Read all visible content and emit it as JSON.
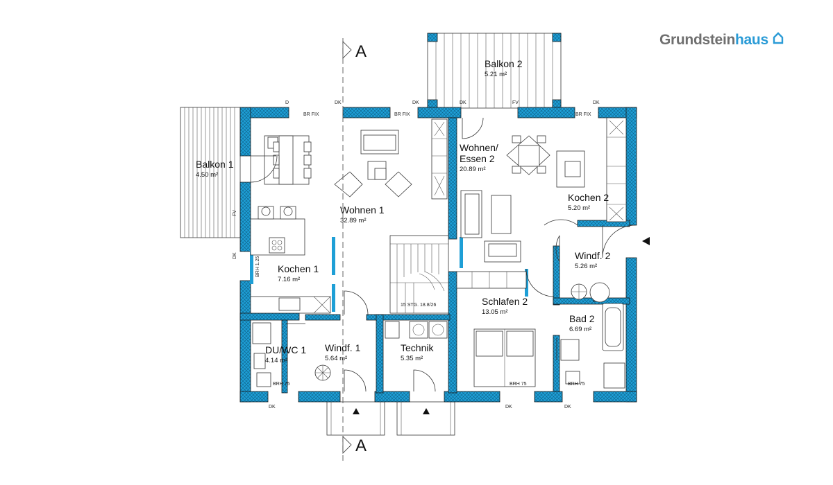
{
  "brand": {
    "part1": "Grundstein",
    "part2": "haus",
    "colors": {
      "brand_gray": "#6f6f6f",
      "brand_blue": "#2a9bd6",
      "wall_fill": "#1e9fd6"
    }
  },
  "section_marks": {
    "top": "A",
    "bottom": "A"
  },
  "rooms": {
    "balkon2": {
      "name": "Balkon 2",
      "area": "5.21 m²"
    },
    "balkon1": {
      "name": "Balkon 1",
      "area": "4.50 m²"
    },
    "wohnen1": {
      "name": "Wohnen 1",
      "area": "32.89 m²"
    },
    "wohnen2": {
      "name_line1": "Wohnen/",
      "name_line2": "Essen 2",
      "area": "20.89 m²"
    },
    "kochen2": {
      "name": "Kochen 2",
      "area": "5.20 m²"
    },
    "kochen1": {
      "name": "Kochen 1",
      "area": "7.16 m²"
    },
    "windf2": {
      "name": "Windf. 2",
      "area": "5.26 m²"
    },
    "schlafen2": {
      "name": "Schlafen 2",
      "area": "13.05 m²"
    },
    "bad2": {
      "name": "Bad 2",
      "area": "6.69 m²"
    },
    "duwc1": {
      "name": "DU/WC 1",
      "area": "4.14 m²"
    },
    "windf1": {
      "name": "Windf. 1",
      "area": "5.64 m²"
    },
    "technik": {
      "name": "Technik",
      "area": "5.35 m²"
    }
  },
  "annotations": {
    "d": "D",
    "dk": "DK",
    "fv": "FV",
    "brfix": "BR FIX",
    "brh75": "BRH 75",
    "brh": "BRH 1.25",
    "stair": "15 STG. 18.8/26"
  }
}
